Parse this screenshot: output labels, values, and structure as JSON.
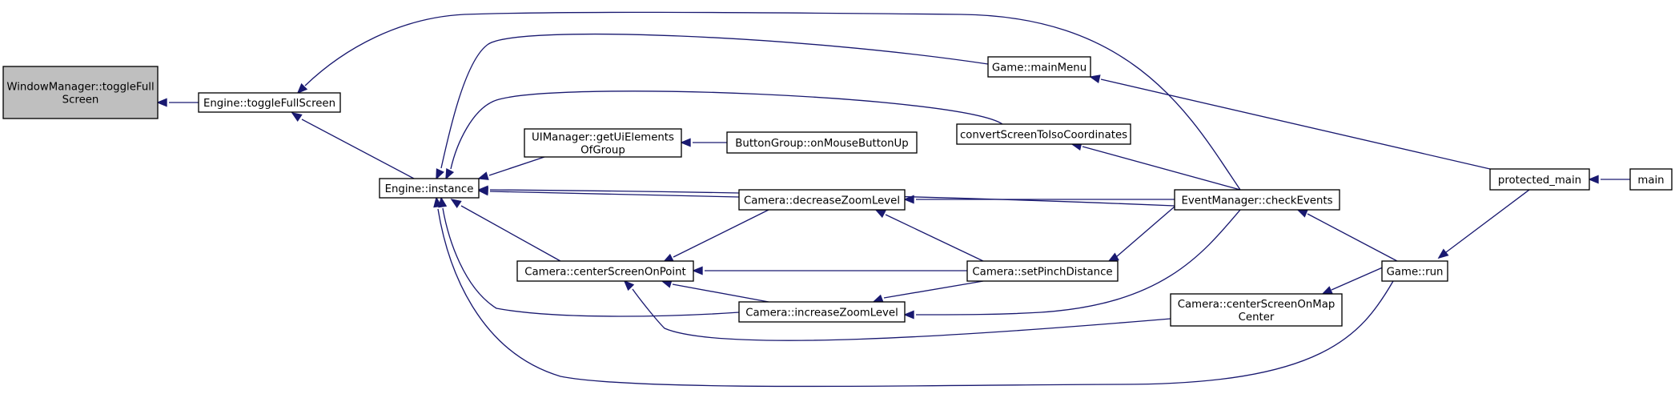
{
  "diagram": {
    "type": "call-graph",
    "colors": {
      "edge": "#191970",
      "highlight_fill": "#bfbfbf",
      "node_fill": "#ffffff",
      "border": "#000000"
    },
    "nodes": [
      {
        "id": "wm",
        "lines": [
          "WindowManager::toggleFull",
          "Screen"
        ],
        "highlight": true
      },
      {
        "id": "tfs",
        "lines": [
          "Engine::toggleFullScreen"
        ]
      },
      {
        "id": "inst",
        "lines": [
          "Engine::instance"
        ]
      },
      {
        "id": "uim",
        "lines": [
          "UIManager::getUiElements",
          "OfGroup"
        ]
      },
      {
        "id": "bg",
        "lines": [
          "ButtonGroup::onMouseButtonUp"
        ]
      },
      {
        "id": "cam_center",
        "lines": [
          "Camera::centerScreenOnPoint"
        ]
      },
      {
        "id": "cam_dec",
        "lines": [
          "Camera::decreaseZoomLevel"
        ]
      },
      {
        "id": "cam_inc",
        "lines": [
          "Camera::increaseZoomLevel"
        ]
      },
      {
        "id": "gmm",
        "lines": [
          "Game::mainMenu"
        ]
      },
      {
        "id": "conv",
        "lines": [
          "convertScreenToIsoCoordinates"
        ]
      },
      {
        "id": "pinch",
        "lines": [
          "Camera::setPinchDistance"
        ]
      },
      {
        "id": "evm",
        "lines": [
          "EventManager::checkEvents"
        ]
      },
      {
        "id": "cam_map",
        "lines": [
          "Camera::centerScreenOnMap",
          "Center"
        ]
      },
      {
        "id": "run",
        "lines": [
          "Game::run"
        ]
      },
      {
        "id": "pmain",
        "lines": [
          "protected_main"
        ]
      },
      {
        "id": "main",
        "lines": [
          "main"
        ]
      }
    ],
    "edges": [
      {
        "from": "tfs",
        "to": "wm"
      },
      {
        "from": "inst",
        "to": "tfs"
      },
      {
        "from": "evm",
        "to": "tfs"
      },
      {
        "from": "gmm",
        "to": "inst"
      },
      {
        "from": "conv",
        "to": "inst"
      },
      {
        "from": "uim",
        "to": "inst"
      },
      {
        "from": "cam_dec",
        "to": "inst"
      },
      {
        "from": "evm",
        "to": "inst"
      },
      {
        "from": "cam_center",
        "to": "inst"
      },
      {
        "from": "cam_inc",
        "to": "inst"
      },
      {
        "from": "run",
        "to": "inst"
      },
      {
        "from": "bg",
        "to": "uim"
      },
      {
        "from": "cam_dec",
        "to": "cam_center"
      },
      {
        "from": "pinch",
        "to": "cam_center"
      },
      {
        "from": "cam_inc",
        "to": "cam_center"
      },
      {
        "from": "cam_map",
        "to": "cam_center"
      },
      {
        "from": "evm",
        "to": "cam_dec"
      },
      {
        "from": "pinch",
        "to": "cam_dec"
      },
      {
        "from": "pinch",
        "to": "cam_inc"
      },
      {
        "from": "evm",
        "to": "cam_inc"
      },
      {
        "from": "evm",
        "to": "conv"
      },
      {
        "from": "evm",
        "to": "pinch"
      },
      {
        "from": "run",
        "to": "evm"
      },
      {
        "from": "run",
        "to": "cam_map"
      },
      {
        "from": "pmain",
        "to": "gmm"
      },
      {
        "from": "pmain",
        "to": "run"
      },
      {
        "from": "main",
        "to": "pmain"
      }
    ]
  }
}
